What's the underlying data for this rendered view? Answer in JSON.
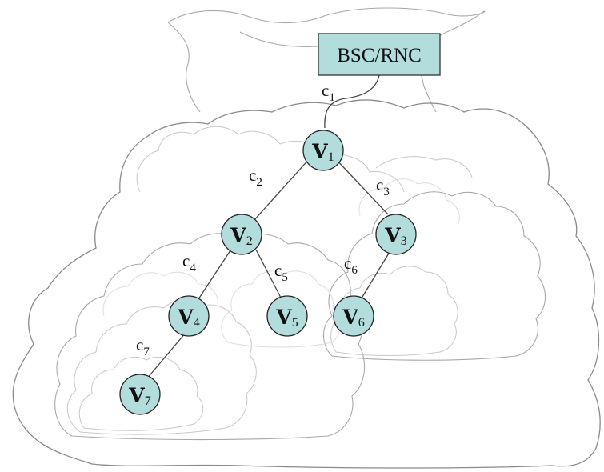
{
  "diagram": {
    "controller": {
      "label": "BSC/RNC"
    },
    "nodes": [
      {
        "id": "v1",
        "letter": "V",
        "sub": "1"
      },
      {
        "id": "v2",
        "letter": "V",
        "sub": "2"
      },
      {
        "id": "v3",
        "letter": "V",
        "sub": "3"
      },
      {
        "id": "v4",
        "letter": "V",
        "sub": "4"
      },
      {
        "id": "v5",
        "letter": "V",
        "sub": "5"
      },
      {
        "id": "v6",
        "letter": "V",
        "sub": "6"
      },
      {
        "id": "v7",
        "letter": "V",
        "sub": "7"
      }
    ],
    "edges": [
      {
        "from": "controller",
        "to": "v1",
        "letter": "c",
        "sub": "1"
      },
      {
        "from": "v1",
        "to": "v2",
        "letter": "c",
        "sub": "2"
      },
      {
        "from": "v1",
        "to": "v3",
        "letter": "c",
        "sub": "3"
      },
      {
        "from": "v2",
        "to": "v4",
        "letter": "c",
        "sub": "4"
      },
      {
        "from": "v2",
        "to": "v5",
        "letter": "c",
        "sub": "5"
      },
      {
        "from": "v3",
        "to": "v6",
        "letter": "c",
        "sub": "6"
      },
      {
        "from": "v4",
        "to": "v7",
        "letter": "c",
        "sub": "7"
      }
    ],
    "colors": {
      "node_fill": "#b3dcdd",
      "box_fill": "#b3dcdd",
      "cloud_stroke": "#8a8a8a"
    }
  }
}
